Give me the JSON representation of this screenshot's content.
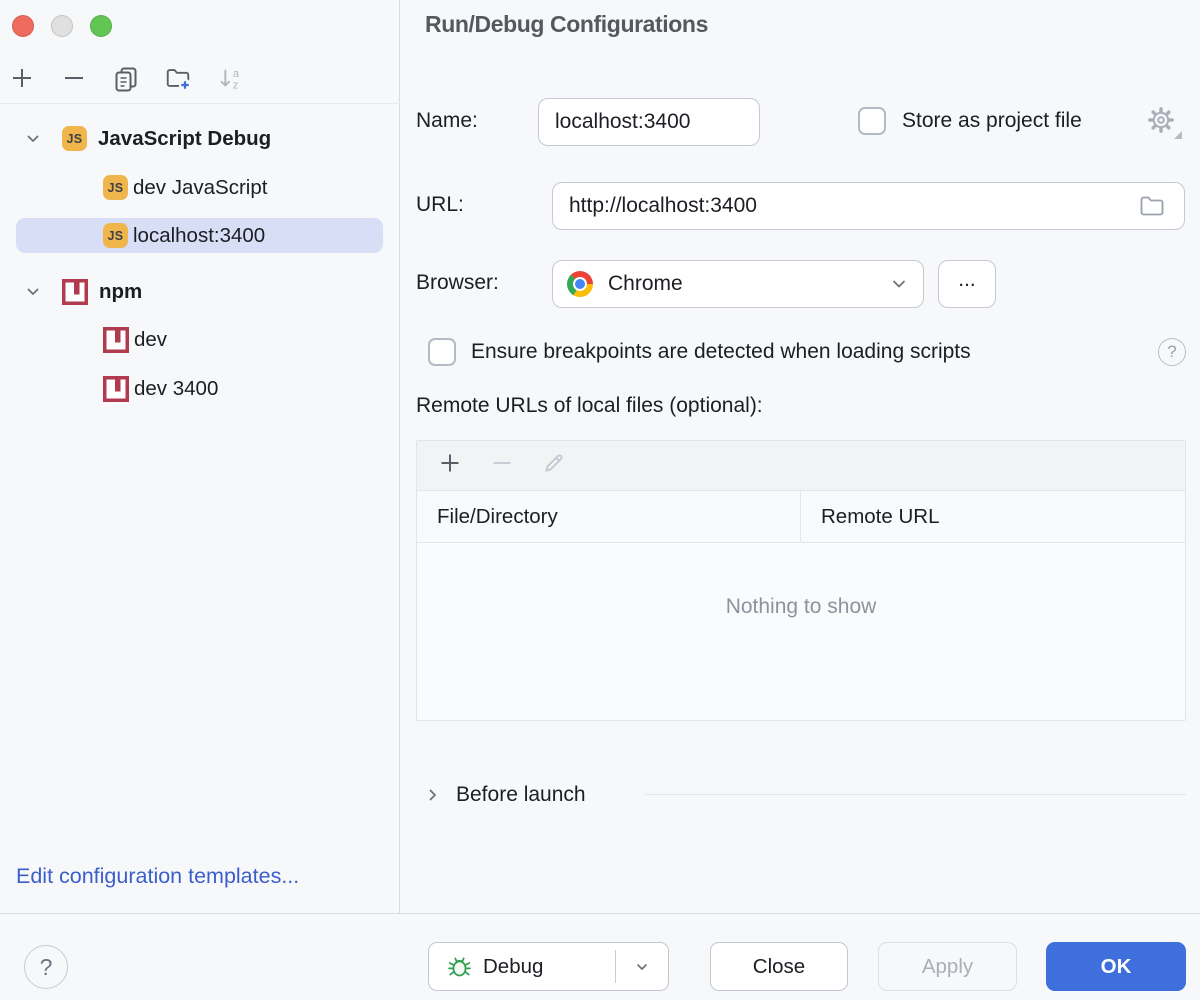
{
  "window": {
    "title": "Run/Debug Configurations"
  },
  "sidebar": {
    "toolbar_icons": [
      "plus",
      "minus",
      "copy",
      "new-folder",
      "sort-alphabetically"
    ],
    "js_badge_text": "JS",
    "sort_icon_letters": {
      "a": "a",
      "z": "z"
    },
    "tree": [
      {
        "label": "JavaScript Debug",
        "type": "javascript-debug-group",
        "expanded": true
      },
      {
        "label": "dev JavaScript",
        "type": "javascript-debug"
      },
      {
        "label": "localhost:3400",
        "type": "javascript-debug",
        "selected": true
      },
      {
        "label": "npm",
        "type": "npm-group",
        "expanded": true
      },
      {
        "label": "dev",
        "type": "npm"
      },
      {
        "label": "dev 3400",
        "type": "npm"
      }
    ],
    "edit_templates_link": "Edit configuration templates..."
  },
  "form": {
    "name": {
      "label": "Name:",
      "value": "localhost:3400"
    },
    "store_as_project_file": {
      "label": "Store as project file",
      "checked": false
    },
    "url": {
      "label": "URL:",
      "value": "http://localhost:3400"
    },
    "browser": {
      "label": "Browser:",
      "value": "Chrome",
      "more_label": "..."
    },
    "ensure_breakpoints": {
      "label": "Ensure breakpoints are detected when loading scripts",
      "checked": false
    },
    "help_glyph": "?",
    "remote_urls_label": "Remote URLs of local files (optional):",
    "table": {
      "columns": [
        "File/Directory",
        "Remote URL"
      ],
      "rows": [],
      "empty_text": "Nothing to show"
    },
    "before_launch": {
      "label": "Before launch",
      "collapsed": true
    }
  },
  "footer": {
    "help_glyph": "?",
    "debug_label": "Debug",
    "close_label": "Close",
    "apply_label": "Apply",
    "ok_label": "OK"
  },
  "colors": {
    "accent_blue": "#3f6edd",
    "selection_bg": "#d8def6",
    "js_icon_bg": "#f0b54b",
    "npm_icon_red": "#b23a4e",
    "link_blue": "#3c5ecb",
    "bug_green": "#2f9e4f",
    "chrome_red": "#ea4335",
    "chrome_yellow": "#fbbc05",
    "chrome_green": "#34a853",
    "chrome_blue": "#4285f4",
    "title_gray": "#55585e"
  }
}
